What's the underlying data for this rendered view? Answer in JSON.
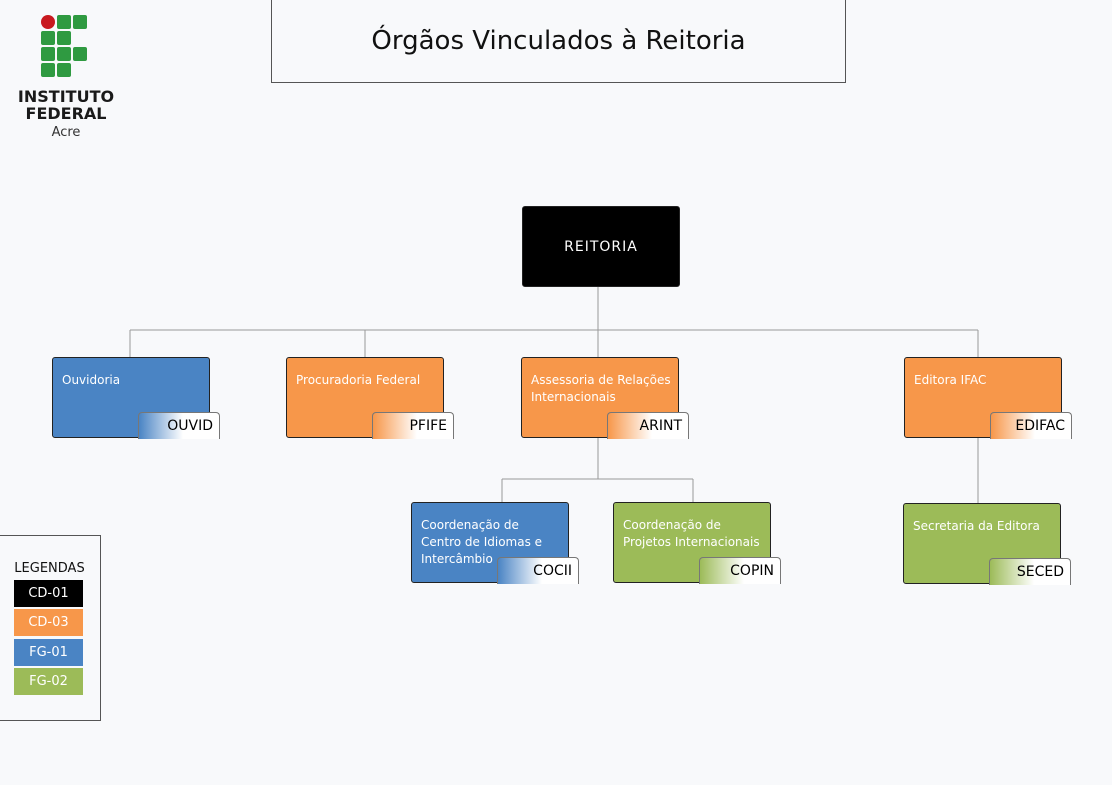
{
  "logo": {
    "line1": "INSTITUTO",
    "line2": "FEDERAL",
    "line3": "Acre"
  },
  "page_title": "Órgãos Vinculados à Reitoria",
  "colors": {
    "cd01": "#000000",
    "cd03": "#f7974a",
    "fg01": "#4a84c4",
    "fg02": "#9cbb58"
  },
  "org": {
    "reitoria": "REITORIA",
    "ouvidoria": {
      "label": "Ouvidoria",
      "code": "OUVID"
    },
    "procuradoria": {
      "label": "Procuradoria Federal",
      "code": "PFIFE"
    },
    "assessoria": {
      "label": "Assessoria de Relações Internacionais",
      "code": "ARINT"
    },
    "editora": {
      "label": "Editora IFAC",
      "code": "EDIFAC"
    },
    "cocii": {
      "label": "Coordenação de Centro de Idiomas e Intercâmbio",
      "code": "COCII"
    },
    "copin": {
      "label": "Coordenação de Projetos Internacionais",
      "code": "COPIN"
    },
    "seced": {
      "label": "Secretaria da Editora",
      "code": "SECED"
    }
  },
  "legend": {
    "title": "LEGENDAS",
    "items": [
      {
        "label": "CD-01",
        "color": "#000000"
      },
      {
        "label": "CD-03",
        "color": "#f7974a"
      },
      {
        "label": "FG-01",
        "color": "#4a84c4"
      },
      {
        "label": "FG-02",
        "color": "#9cbb58"
      }
    ]
  }
}
